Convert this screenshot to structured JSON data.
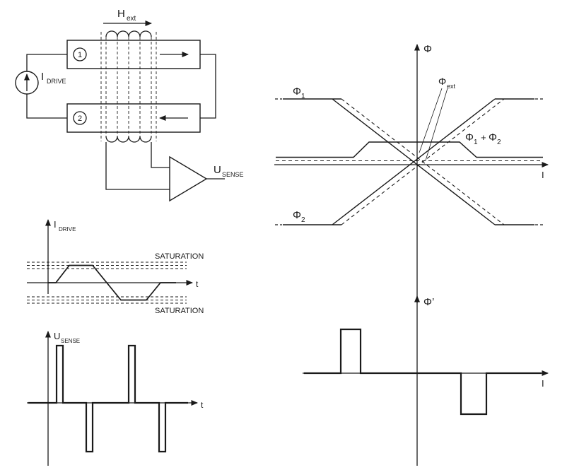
{
  "colors": {
    "background": "#ffffff",
    "line": "#1a1a1a"
  },
  "circuit": {
    "field_label": {
      "main": "H",
      "sub": "ext"
    },
    "core1_number": "1",
    "core2_number": "2",
    "drive_label": {
      "main": "I",
      "sub": "DRIVE"
    },
    "sense_label": {
      "main": "U",
      "sub": "SENSE"
    }
  },
  "flux_graph": {
    "y_label": "Φ",
    "x_label": "I",
    "phi1": {
      "main": "Φ",
      "sub": "1"
    },
    "phi2": {
      "main": "Φ",
      "sub": "2"
    },
    "phi_ext": {
      "main": "Φ",
      "sub": "ext"
    },
    "phi_sum": {
      "t1": "Φ",
      "s1": "1",
      "op": "+",
      "t2": "Φ",
      "s2": "2"
    }
  },
  "drive_graph": {
    "y_label": {
      "main": "I",
      "sub": "DRIVE"
    },
    "x_label": "t",
    "saturation_top": "SATURATION",
    "saturation_bottom": "SATURATION"
  },
  "sense_graph": {
    "y_label": {
      "main": "U",
      "sub": "SENSE"
    },
    "x_label": "t"
  },
  "derivative_graph": {
    "y_label": "Φ’",
    "x_label": "I"
  }
}
